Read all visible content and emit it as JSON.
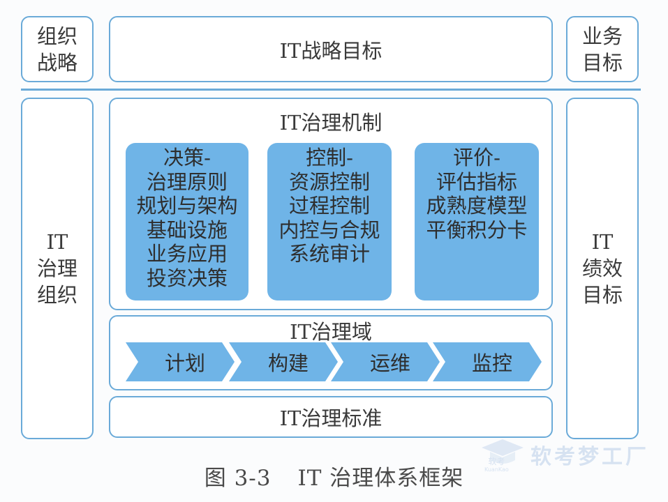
{
  "top": {
    "left_label": "组织\n战略",
    "center_title": "IT战略目标",
    "right_label": "业务\n目标"
  },
  "left_column": {
    "label": "IT\n治理\n组织"
  },
  "right_column": {
    "label": "IT\n绩效\n目标"
  },
  "mechanism": {
    "title": "IT治理机制",
    "cards": [
      {
        "text": "决策-\n治理原则\n规划与架构\n基础设施\n业务应用\n投资决策"
      },
      {
        "text": "控制-\n资源控制\n过程控制\n内控与合规\n系统审计"
      },
      {
        "text": "评价-\n评估指标\n成熟度模型\n平衡积分卡"
      }
    ]
  },
  "domain": {
    "title": "IT治理域",
    "steps": [
      "计划",
      "构建",
      "运维",
      "监控"
    ]
  },
  "standard": {
    "title": "IT治理标准"
  },
  "caption": {
    "figure": "图 3-3",
    "title": "IT 治理体系框架"
  },
  "watermark": {
    "text": "软考梦工厂",
    "small_cn": "软考",
    "small_en": "KuanKao"
  },
  "colors": {
    "border": "#6aaad8",
    "fill": "#6fb4e7",
    "chevron": "#6fb4e7"
  }
}
